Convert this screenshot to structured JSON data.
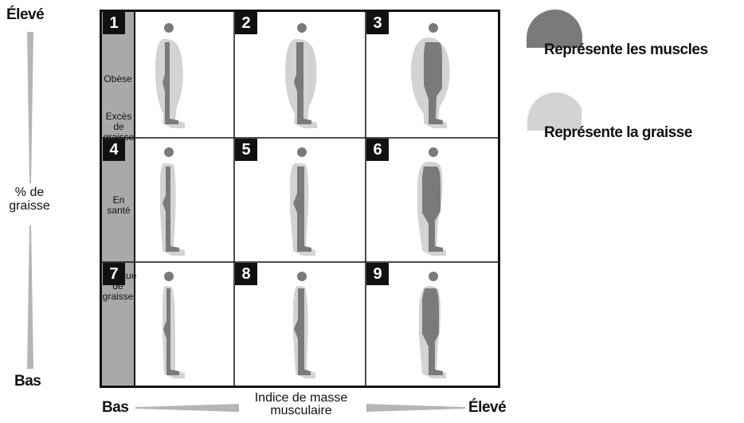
{
  "y_axis": {
    "high": "Élevé",
    "low": "Bas",
    "title_line1": "% de",
    "title_line2": "graisse"
  },
  "rows": [
    {
      "label_line1": "Obèse",
      "label2_line1": "Excès de",
      "label2_line2": "graisse"
    },
    {
      "label_line1": "En santé"
    },
    {
      "label_line1": "Manque",
      "label_line2": "de",
      "label_line3": "graisse"
    }
  ],
  "cells": [
    "1",
    "2",
    "3",
    "4",
    "5",
    "6",
    "7",
    "8",
    "9"
  ],
  "x_axis": {
    "low": "Bas",
    "high": "Élevé",
    "title_line1": "Indice de masse",
    "title_line2": "musculaire"
  },
  "legend": {
    "muscle": {
      "label": "Représente les muscles",
      "color": "#7a7a7a"
    },
    "fat": {
      "label": "Représente la graisse",
      "color": "#d3d3d3"
    }
  },
  "colors": {
    "label_column": "#a9a9a9",
    "fat": "#d3d3d3",
    "muscle": "#7a7a7a",
    "head": "#7a7a7a"
  }
}
